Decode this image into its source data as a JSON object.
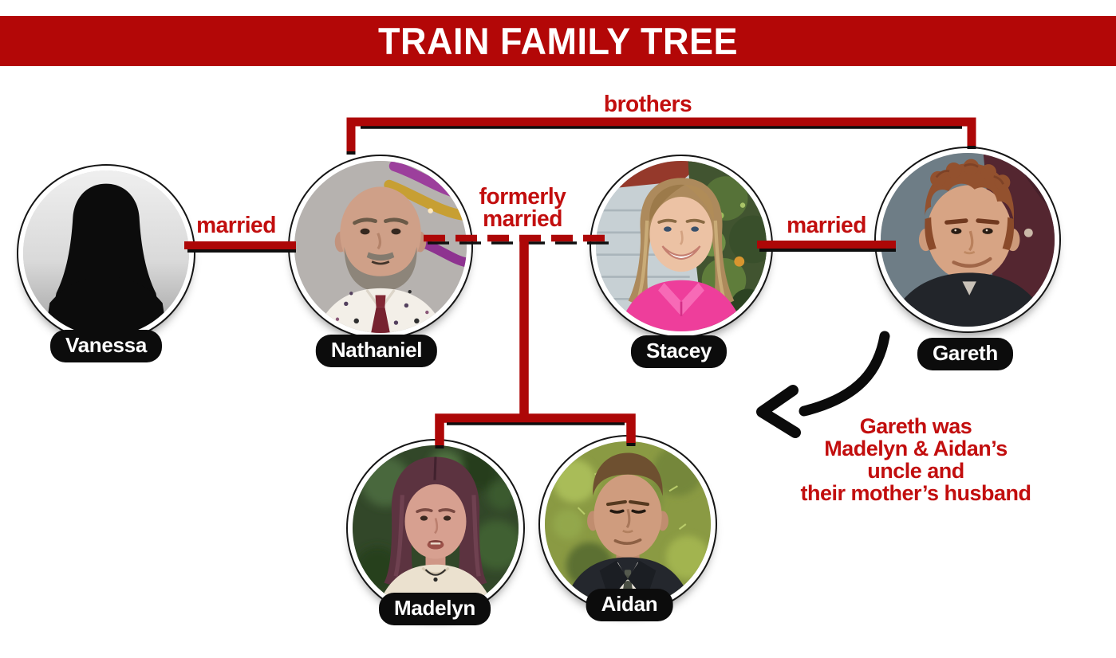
{
  "banner": {
    "title": "TRAIN FAMILY TREE"
  },
  "people": [
    {
      "name": "Vanessa"
    },
    {
      "name": "Nathaniel"
    },
    {
      "name": "Stacey"
    },
    {
      "name": "Gareth"
    },
    {
      "name": "Madelyn"
    },
    {
      "name": "Aidan"
    }
  ],
  "relationships": {
    "brothers": "brothers",
    "married_left": "married",
    "formerly_married": [
      "formerly",
      "married"
    ],
    "married_right": "married"
  },
  "annotation": {
    "lines": [
      "Gareth was",
      "Madelyn & Aidan’s",
      "uncle and",
      "their mother’s husband"
    ]
  },
  "colors": {
    "banner_red": "#b30707",
    "line_red": "#ad0707",
    "label_red": "#c20e0e",
    "pill_bg": "#0c0c0c",
    "pill_text": "#ffffff",
    "arrow_black": "#0b0b0b",
    "page_bg": "#ffffff"
  }
}
